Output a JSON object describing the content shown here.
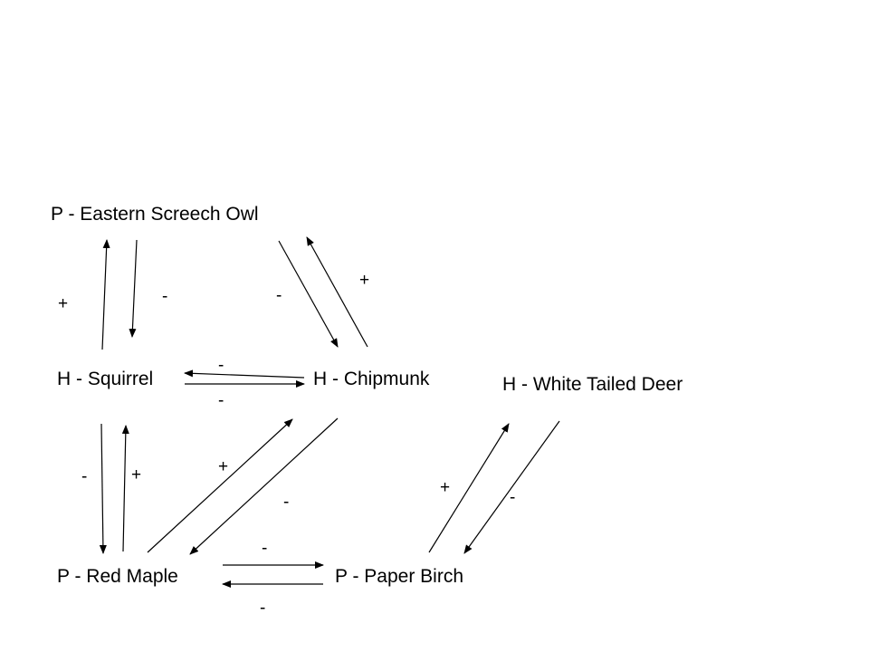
{
  "nodes": {
    "owl": "P - Eastern Screech Owl",
    "squirrel": "H - Squirrel",
    "chipmunk": "H - Chipmunk",
    "deer": "H - White Tailed Deer",
    "maple": "P - Red Maple",
    "birch": "P - Paper Birch"
  },
  "signs": {
    "squirrel_to_owl": "+",
    "owl_to_squirrel": "-",
    "owl_to_chipmunk": "-",
    "chipmunk_to_owl": "+",
    "chipmunk_to_squirrel": "-",
    "squirrel_to_chipmunk": "-",
    "squirrel_to_maple": "-",
    "maple_to_squirrel": "+",
    "maple_to_chipmunk": "+",
    "chipmunk_to_maple": "-",
    "birch_to_deer": "+",
    "deer_to_birch": "-",
    "maple_to_birch": "-",
    "birch_to_maple": "-"
  },
  "colors": {
    "line": "#000000",
    "text": "#000000",
    "background": "#ffffff"
  }
}
